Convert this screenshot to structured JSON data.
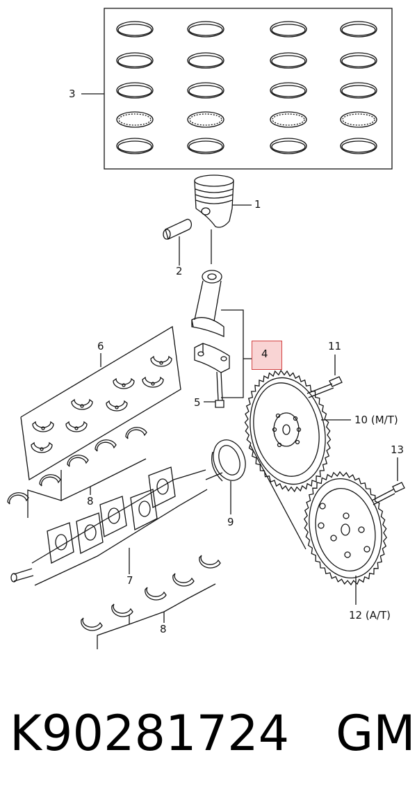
{
  "diagram": {
    "callouts": [
      {
        "id": "3",
        "text": "3"
      },
      {
        "id": "1",
        "text": "1"
      },
      {
        "id": "2",
        "text": "2"
      },
      {
        "id": "6",
        "text": "6"
      },
      {
        "id": "4",
        "text": "4",
        "highlighted": true
      },
      {
        "id": "5",
        "text": "5"
      },
      {
        "id": "11",
        "text": "11"
      },
      {
        "id": "10",
        "text": "10 (M/T)"
      },
      {
        "id": "13",
        "text": "13"
      },
      {
        "id": "8a",
        "text": "8"
      },
      {
        "id": "9",
        "text": "9"
      },
      {
        "id": "7",
        "text": "7"
      },
      {
        "id": "8b",
        "text": "8"
      },
      {
        "id": "12",
        "text": "12  (A/T)"
      }
    ],
    "highlight_color": "#f9d4d4",
    "highlight_border": "#d24040"
  },
  "footer": {
    "part_number": "K90281724",
    "brand": "GM"
  }
}
